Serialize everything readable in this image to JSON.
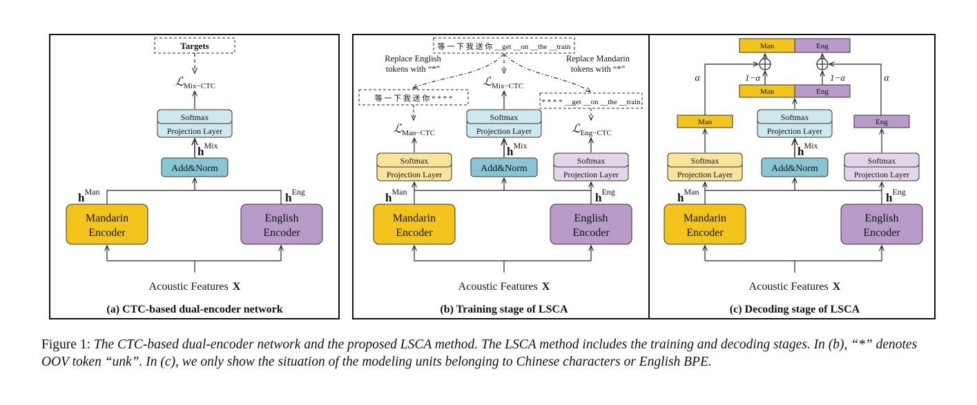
{
  "panels": {
    "a": {
      "title": "(a) CTC-based dual-encoder network",
      "targets": "Targets",
      "loss": {
        "main": "ℒ",
        "sub": "Mix−CTC"
      },
      "softmax": "Softmax",
      "projection": "Projection Layer",
      "h_mix": {
        "base": "h",
        "sup": "Mix"
      },
      "addnorm": "Add&Norm",
      "h_man": {
        "base": "h",
        "sup": "Man"
      },
      "h_eng": {
        "base": "h",
        "sup": "Eng"
      },
      "mandarin_encoder": [
        "Mandarin",
        "Encoder"
      ],
      "english_encoder": [
        "English",
        "Encoder"
      ],
      "features": "Acoustic Features",
      "features_symbol": "X"
    },
    "b": {
      "title": "(b) Training stage of LSCA",
      "top_sequence": "等 一 下 我 送 你 __get __on __the __train",
      "replace_english": [
        "Replace English",
        "tokens with “*”"
      ],
      "replace_mandarin": [
        "Replace Mandarin",
        "tokens with “*”"
      ],
      "man_sequence": "等 一 下 我 送 你 * * * *",
      "eng_sequence": "* * * * __get __on __the __train",
      "loss_mix": {
        "main": "ℒ",
        "sub": "Mix−CTC"
      },
      "loss_man": {
        "main": "ℒ",
        "sub": "Man−CTC"
      },
      "loss_eng": {
        "main": "ℒ",
        "sub": "Eng−CTC"
      },
      "softmax": "Softmax",
      "projection": "Projection Layer",
      "h_mix": {
        "base": "h",
        "sup": "Mix"
      },
      "addnorm": "Add&Norm",
      "h_man": {
        "base": "h",
        "sup": "Man"
      },
      "h_eng": {
        "base": "h",
        "sup": "Eng"
      },
      "mandarin_encoder": [
        "Mandarin",
        "Encoder"
      ],
      "english_encoder": [
        "English",
        "Encoder"
      ],
      "features": "Acoustic Features",
      "features_symbol": "X"
    },
    "c": {
      "title": "(c) Decoding stage of LSCA",
      "top_man": "Man",
      "top_eng": "Eng",
      "mid_man": "Man",
      "mid_eng": "Eng",
      "alpha": "α",
      "one_minus_alpha": "1−α",
      "man_out": "Man",
      "eng_out": "Eng",
      "softmax": "Softmax",
      "projection": "Projection Layer",
      "h_mix": {
        "base": "h",
        "sup": "Mix"
      },
      "addnorm": "Add&Norm",
      "h_man": {
        "base": "h",
        "sup": "Man"
      },
      "h_eng": {
        "base": "h",
        "sup": "Eng"
      },
      "mandarin_encoder": [
        "Mandarin",
        "Encoder"
      ],
      "english_encoder": [
        "English",
        "Encoder"
      ],
      "features": "Acoustic Features",
      "features_symbol": "X"
    }
  },
  "caption": {
    "label": "Figure 1: ",
    "text": "The CTC-based dual-encoder network and the proposed LSCA method. The LSCA method includes the training and decoding stages. In (b), “*” denotes OOV token “unk”. In (c), we only show the situation of the modeling units belonging to Chinese characters or English BPE."
  },
  "colors": {
    "yellow_dark": "#f3c41c",
    "yellow_light": "#f8e49a",
    "purple_dark": "#b89bc9",
    "purple_light": "#e2d6ea",
    "teal_dark": "#87c6d2",
    "teal_light": "#cde8ee"
  }
}
